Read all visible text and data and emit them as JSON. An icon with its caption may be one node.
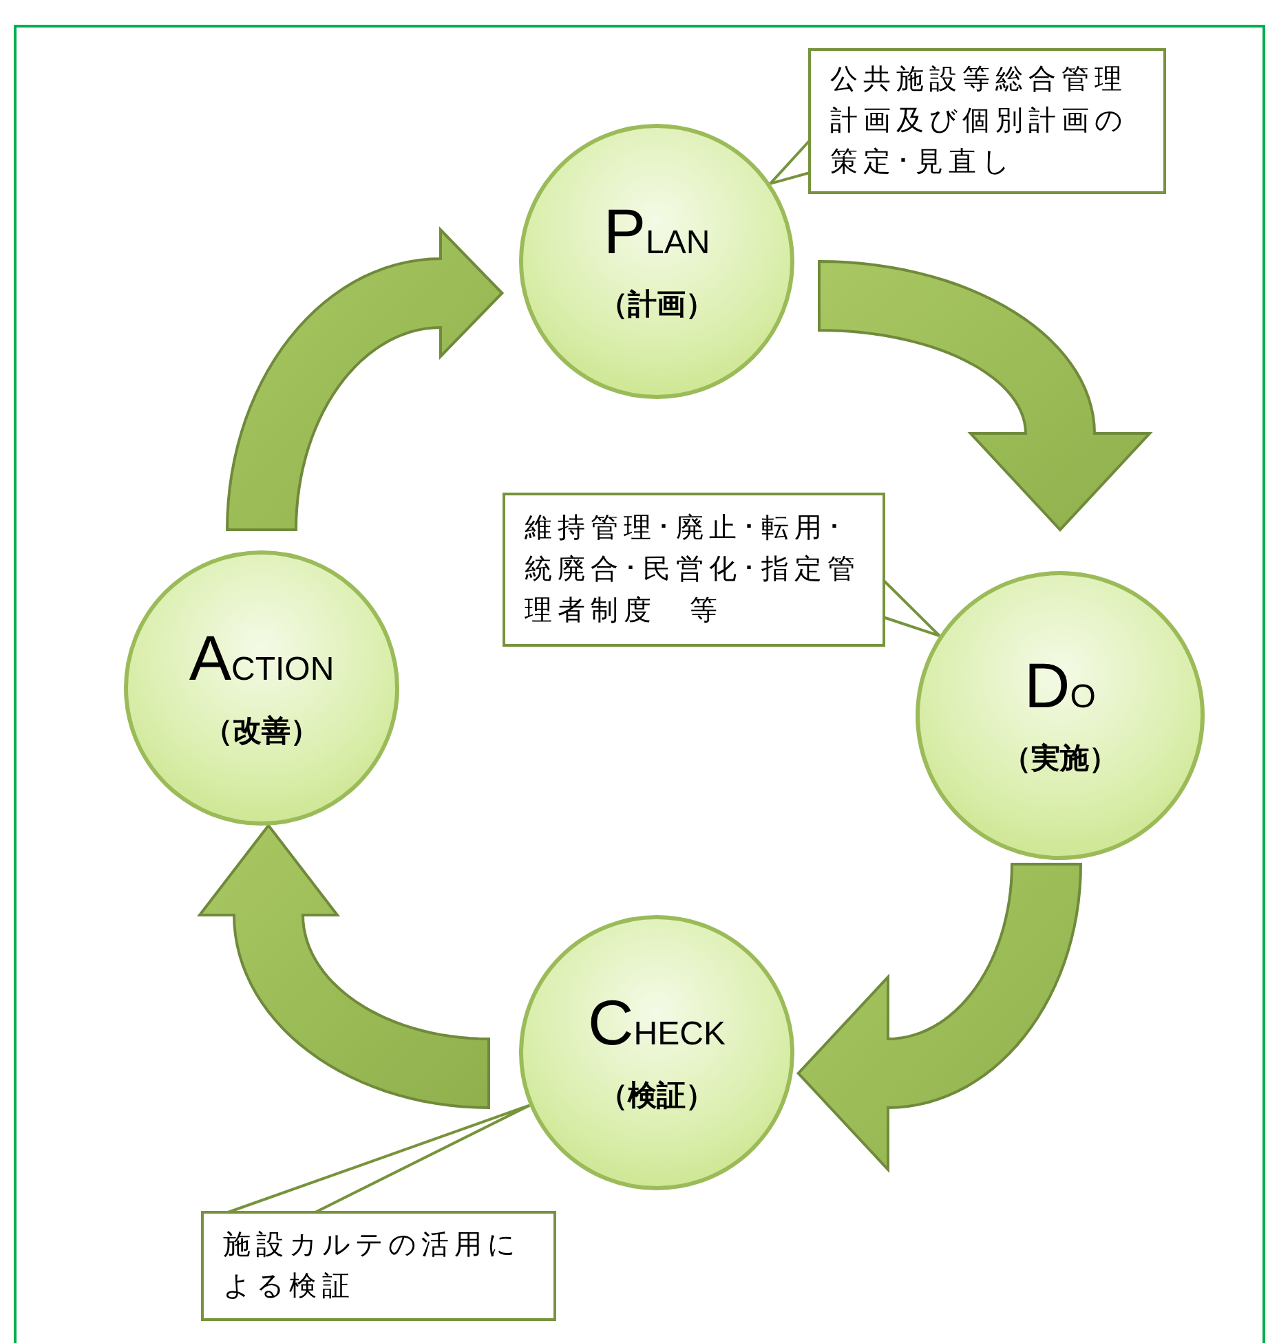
{
  "diagram": {
    "nodes": [
      {
        "text": [
          "公共施設等総合管理計画及び個別計画の策定･見直し"
        ]
      },
      {
        "text": [
          "PLAN",
          "（計画）"
        ]
      },
      {
        "text": [
          "維持管理･廃止･転用･統廃合･民営化･指定管理者制度　等"
        ]
      },
      {
        "text": [
          "ACTION",
          "（改善）"
        ]
      },
      {
        "text": [
          "DO",
          "（実施）"
        ]
      },
      {
        "text": [
          "CHECK",
          "（検証）"
        ]
      },
      {
        "text": [
          "施設カルテの活用による検証"
        ]
      }
    ],
    "edges": [
      {
        "from": 1,
        "to": 4,
        "arrow": "to",
        "style": "thick"
      },
      {
        "from": 4,
        "to": 5,
        "arrow": "to",
        "style": "thick"
      },
      {
        "from": 5,
        "to": 3,
        "arrow": "to",
        "style": "thick"
      },
      {
        "from": 3,
        "to": 1,
        "arrow": "to",
        "style": "thick"
      },
      {
        "from": 0,
        "to": 1,
        "arrow": "none"
      },
      {
        "from": 2,
        "to": 4,
        "arrow": "none"
      },
      {
        "from": 6,
        "to": 5,
        "arrow": "none"
      }
    ]
  }
}
